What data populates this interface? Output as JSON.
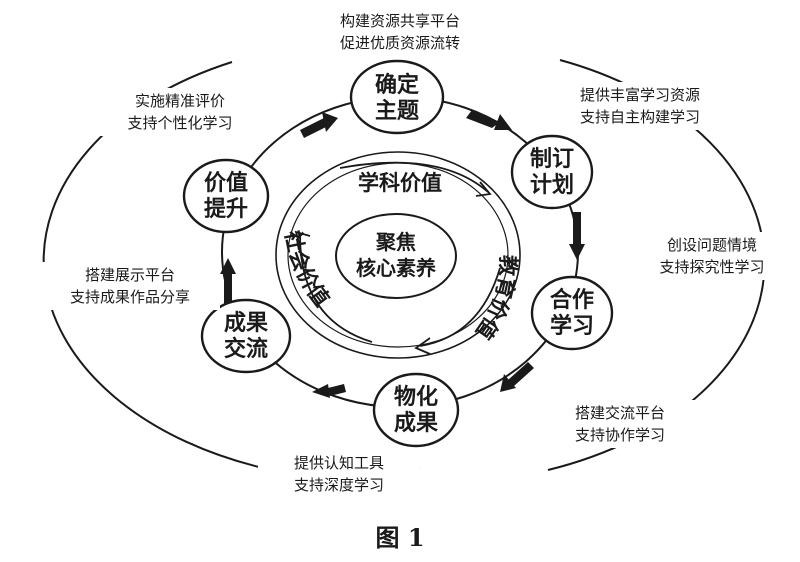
{
  "center": {
    "lines": [
      "聚焦",
      "核心素养"
    ]
  },
  "inner_ring": {
    "top": "学科价值",
    "left": "社会价值",
    "right": "教育价值"
  },
  "nodes": [
    {
      "id": "confirm-theme",
      "lines": [
        "确定",
        "主题"
      ]
    },
    {
      "id": "make-plan",
      "lines": [
        "制订",
        "计划"
      ]
    },
    {
      "id": "cooperative-learning",
      "lines": [
        "合作",
        "学习"
      ]
    },
    {
      "id": "materialized-results",
      "lines": [
        "物化",
        "成果"
      ]
    },
    {
      "id": "results-exchange",
      "lines": [
        "成果",
        "交流"
      ]
    },
    {
      "id": "value-enhance",
      "lines": [
        "价值",
        "提升"
      ]
    }
  ],
  "annotations": [
    {
      "id": "resource-sharing",
      "lines": [
        "构建资源共享平台",
        "促进优质资源流转"
      ]
    },
    {
      "id": "rich-resources",
      "lines": [
        "提供丰富学习资源",
        "支持自主构建学习"
      ]
    },
    {
      "id": "problem-situation",
      "lines": [
        "创设问题情境",
        "支持探究性学习"
      ]
    },
    {
      "id": "exchange-platform",
      "lines": [
        "搭建交流平台",
        "支持协作学习"
      ]
    },
    {
      "id": "cognitive-tools",
      "lines": [
        "提供认知工具",
        "支持深度学习"
      ]
    },
    {
      "id": "display-platform",
      "lines": [
        "搭建展示平台",
        "支持成果作品分享"
      ]
    },
    {
      "id": "precise-evaluation",
      "lines": [
        "实施精准评价",
        "支持个性化学习"
      ]
    }
  ],
  "caption": "图 1",
  "colors": {
    "ink": "#1a1a1a",
    "background": "#ffffff"
  }
}
